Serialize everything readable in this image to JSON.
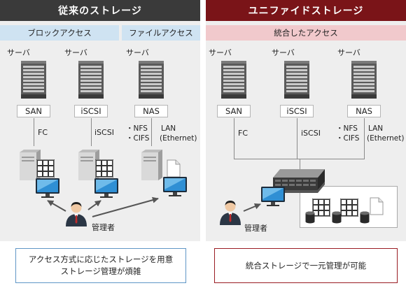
{
  "left": {
    "title": "従来のストレージ",
    "sub_block": "ブロックアクセス",
    "sub_file": "ファイルアクセス",
    "server_label": "サーバ",
    "san": "SAN",
    "iscsi": "iSCSI",
    "nas": "NAS",
    "fc": "FC",
    "iscsi_link": "iSCSI",
    "nfs": "・NFS",
    "cifs": "・CIFS",
    "lan": "LAN",
    "ethernet": "(Ethernet)",
    "admin": "管理者",
    "note_line1": "アクセス方式に応じたストレージを用意",
    "note_line2": "ストレージ管理が煩雑"
  },
  "right": {
    "title": "ユニファイドストレージ",
    "sub": "統合したアクセス",
    "server_label": "サーバ",
    "san": "SAN",
    "iscsi": "iSCSI",
    "nas": "NAS",
    "fc": "FC",
    "iscsi_link": "iSCSI",
    "nfs": "・NFS",
    "cifs": "・CIFS",
    "lan": "LAN",
    "ethernet": "(Ethernet)",
    "admin": "管理者",
    "note": "統合ストレージで一元管理が可能"
  },
  "colors": {
    "left_header": "#3a3a3a",
    "right_header": "#7a1418",
    "left_sub": "#cfe3f2",
    "right_sub": "#f1c9cc",
    "left_note_border": "#5f96c6",
    "right_note_border": "#9a1c23"
  }
}
